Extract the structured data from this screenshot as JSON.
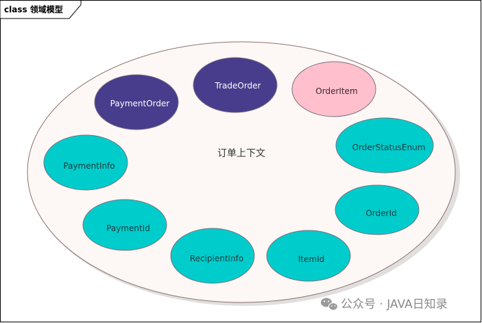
{
  "frame": {
    "label": "class 领域模型"
  },
  "context": {
    "label": "订单上下文",
    "fill": "#fdf8f5",
    "stroke": "#8c7070"
  },
  "colors": {
    "dark_node": "#483c8c",
    "teal_node": "#00cccc",
    "pink_node": "#ffbfcc",
    "node_stroke": "#7a6f80"
  },
  "nodes": [
    {
      "id": "trade-order",
      "label": "TradeOrder",
      "style": "dark"
    },
    {
      "id": "payment-order",
      "label": "PaymentOrder",
      "style": "dark"
    },
    {
      "id": "order-item",
      "label": "OrderItem",
      "style": "pink"
    },
    {
      "id": "order-status-enum",
      "label": "OrderStatusEnum",
      "style": "teal"
    },
    {
      "id": "payment-info",
      "label": "PaymentInfo",
      "style": "teal"
    },
    {
      "id": "order-id",
      "label": "OrderId",
      "style": "teal"
    },
    {
      "id": "payment-id",
      "label": "PaymentId",
      "style": "teal"
    },
    {
      "id": "item-id",
      "label": "ItemId",
      "style": "teal"
    },
    {
      "id": "recipient-info",
      "label": "RecipientInfo",
      "style": "teal"
    }
  ],
  "watermark": {
    "icon": "wechat-icon",
    "text": "公众号 · JAVA日知录"
  }
}
